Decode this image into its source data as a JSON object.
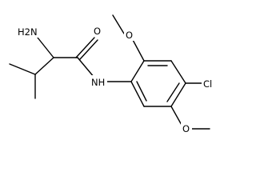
{
  "atoms": {
    "amine": "H2N",
    "carbonyl_oxygen": "O",
    "amide_nitrogen": "NH",
    "chlorine": "Cl",
    "methoxy_oxygen_top": "O",
    "methoxy_oxygen_bottom": "O"
  }
}
